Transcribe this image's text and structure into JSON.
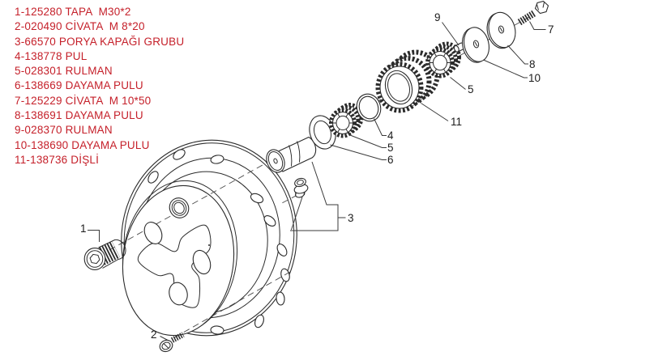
{
  "canvas": {
    "background": "#ffffff",
    "line_color": "#2b2b2b",
    "list_text_color": "#c5202a",
    "callout_text_color": "#1c1c1c"
  },
  "parts_list": {
    "items": [
      {
        "number": "1",
        "code": "125280",
        "name": "TAPA  M30*2",
        "text": "1-125280 TAPA  M30*2"
      },
      {
        "number": "2",
        "code": "020490",
        "name": "CİVATA  M 8*20",
        "text": "2-020490 CİVATA  M 8*20"
      },
      {
        "number": "3",
        "code": "66570",
        "name": "PORYA KAPAĞI GRUBU",
        "text": "3-66570 PORYA KAPAĞI GRUBU"
      },
      {
        "number": "4",
        "code": "138778",
        "name": "PUL",
        "text": "4-138778 PUL"
      },
      {
        "number": "5",
        "code": "028301",
        "name": "RULMAN",
        "text": "5-028301 RULMAN"
      },
      {
        "number": "6",
        "code": "138669",
        "name": "DAYAMA PULU",
        "text": "6-138669 DAYAMA PULU"
      },
      {
        "number": "7",
        "code": "125229",
        "name": "CİVATA  M 10*50",
        "text": "7-125229 CİVATA  M 10*50"
      },
      {
        "number": "8",
        "code": "138691",
        "name": "DAYAMA PULU",
        "text": "8-138691 DAYAMA PULU"
      },
      {
        "number": "9",
        "code": "028370",
        "name": "RULMAN",
        "text": "9-028370 RULMAN"
      },
      {
        "number": "10",
        "code": "138690",
        "name": "DAYAMA PULU",
        "text": "10-138690 DAYAMA PULU"
      },
      {
        "number": "11",
        "code": "138736",
        "name": "DİŞLİ",
        "text": "11-138736 DİŞLİ"
      }
    ]
  },
  "callouts": [
    {
      "label": "1"
    },
    {
      "label": "2"
    },
    {
      "label": "3"
    },
    {
      "label": "4"
    },
    {
      "label": "5"
    },
    {
      "label": "6"
    },
    {
      "label": "11"
    },
    {
      "label": "5"
    },
    {
      "label": "9"
    },
    {
      "label": "7"
    },
    {
      "label": "8"
    },
    {
      "label": "10"
    }
  ]
}
